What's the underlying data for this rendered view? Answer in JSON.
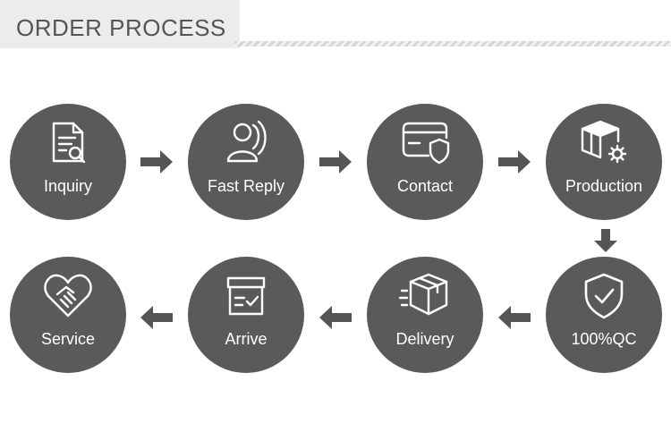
{
  "header": {
    "title": "ORDER PROCESS"
  },
  "steps": [
    {
      "label": "Inquiry",
      "icon": "document-search-icon"
    },
    {
      "label": "Fast Reply",
      "icon": "headset-agent-icon"
    },
    {
      "label": "Contact",
      "icon": "card-shield-icon"
    },
    {
      "label": "Production",
      "icon": "boxes-gear-icon"
    },
    {
      "label": "100%QC",
      "icon": "shield-check-icon"
    },
    {
      "label": "Delivery",
      "icon": "fast-package-icon"
    },
    {
      "label": "Arrive",
      "icon": "delivered-box-icon"
    },
    {
      "label": "Service",
      "icon": "heart-handshake-icon"
    }
  ],
  "colors": {
    "circle": "#5a5a5a",
    "arrow": "#555555",
    "icon_stroke": "#ffffff",
    "header_bg": "#ececec"
  }
}
